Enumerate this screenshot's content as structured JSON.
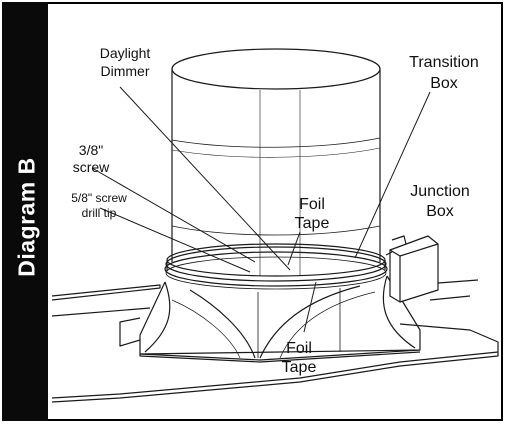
{
  "sidebar": {
    "title": "Diagram B"
  },
  "labels": {
    "daylight_dimmer_1": "Daylight",
    "daylight_dimmer_2": "Dimmer",
    "transition_box_1": "Transition",
    "transition_box_2": "Box",
    "screw_38_1": "3/8\"",
    "screw_38_2": "screw",
    "screw_58_1": "5/8\" screw",
    "screw_58_2": "drill tip",
    "foil_tape_top_1": "Foil",
    "foil_tape_top_2": "Tape",
    "junction_box_1": "Junction",
    "junction_box_2": "Box",
    "foil_tape_bottom_1": "Foil",
    "foil_tape_bottom_2": "Tape"
  },
  "colors": {
    "sidebar": "#0a0a0a",
    "line": "#1a1a1a",
    "background": "#ffffff"
  }
}
